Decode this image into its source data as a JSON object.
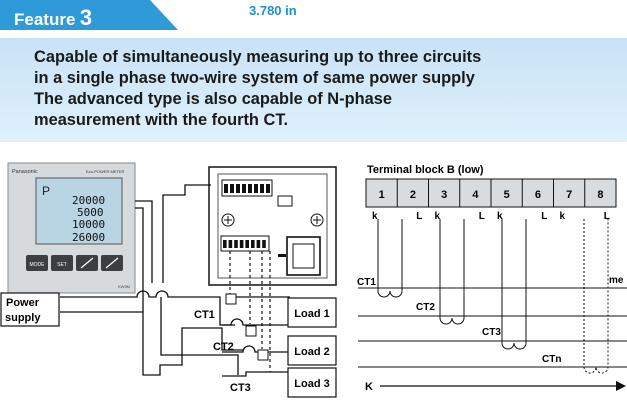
{
  "header": {
    "feature_word": "Feature",
    "feature_number": "3",
    "dimension": "3.780 in",
    "tab_color": "#2e9ad8"
  },
  "description": {
    "line1": "Capable of simultaneously measuring up to three circuits",
    "line2": "in a single phase two-wire system of same power supply",
    "line3": "The advanced type is also capable of N-phase",
    "line4": "measurement with the fourth CT."
  },
  "meter": {
    "brand": "Panasonic",
    "product": "Eco-POWER METER",
    "mode_letter": "P",
    "readings": [
      "20000",
      "5000",
      "10000",
      "26000"
    ],
    "buttons": [
      "MODE",
      "SET"
    ],
    "model": "KW9M"
  },
  "wiring": {
    "power_supply_label": "Power supply",
    "loads": [
      "Load 1",
      "Load 2",
      "Load 3"
    ],
    "cts": [
      "CT1",
      "CT2",
      "CT3"
    ]
  },
  "terminal": {
    "title": "Terminal block B (low)",
    "numbers": [
      "1",
      "2",
      "3",
      "4",
      "5",
      "6",
      "7",
      "8"
    ],
    "kl": [
      "k",
      "L",
      "k",
      "L",
      "k",
      "L",
      "k",
      "L"
    ],
    "ct_labels": [
      "CT1",
      "CT2",
      "CT3",
      "CTn"
    ],
    "k_label": "K",
    "cut_text": "me"
  }
}
